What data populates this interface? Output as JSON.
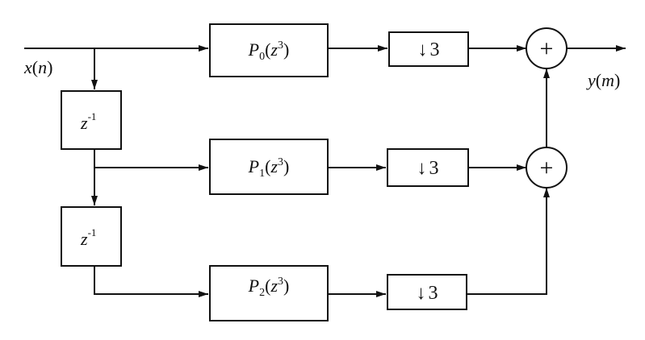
{
  "input": {
    "name": "x",
    "arg": "n"
  },
  "output": {
    "name": "y",
    "arg": "m"
  },
  "delay": {
    "base": "z",
    "exp": "-1"
  },
  "filters": [
    {
      "letter": "P",
      "sub": "0",
      "arg": "z",
      "exp": "3"
    },
    {
      "letter": "P",
      "sub": "1",
      "arg": "z",
      "exp": "3"
    },
    {
      "letter": "P",
      "sub": "2",
      "arg": "z",
      "exp": "3"
    }
  ],
  "downsampler": {
    "symbol": "↓",
    "factor": "3"
  },
  "adder": {
    "symbol": "+"
  }
}
